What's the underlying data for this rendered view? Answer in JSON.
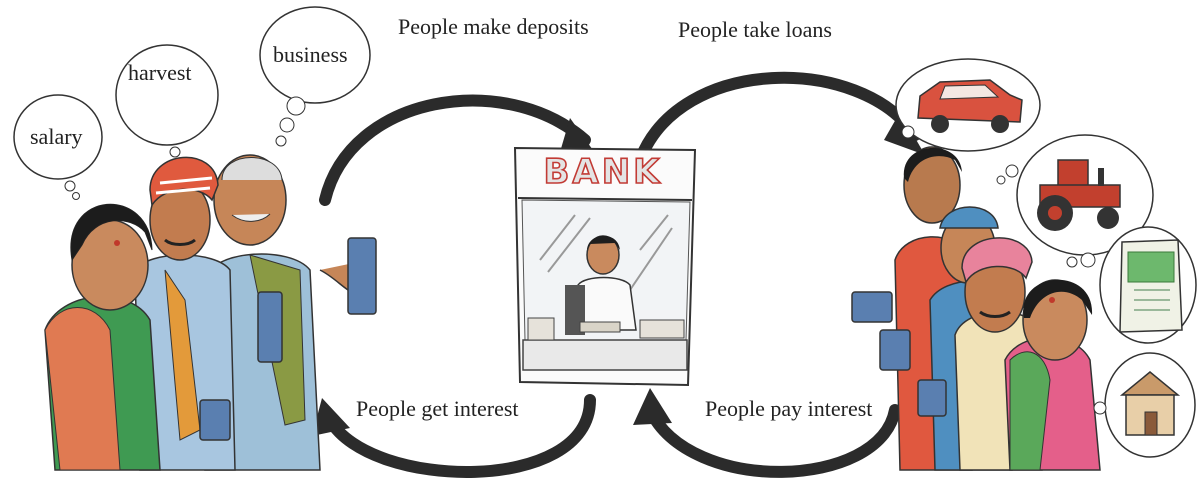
{
  "captions": {
    "deposits": "People make deposits",
    "loans": "People take loans",
    "get_interest": "People get interest",
    "pay_interest": "People pay interest"
  },
  "thought_bubbles": {
    "salary": "salary",
    "harvest": "harvest",
    "business": "business"
  },
  "bank_sign": "BANK",
  "colors": {
    "arrow": "#2b2b2b",
    "bank_sign": "#c23b35",
    "car": "#d9523f",
    "tractor": "#c2402e"
  }
}
